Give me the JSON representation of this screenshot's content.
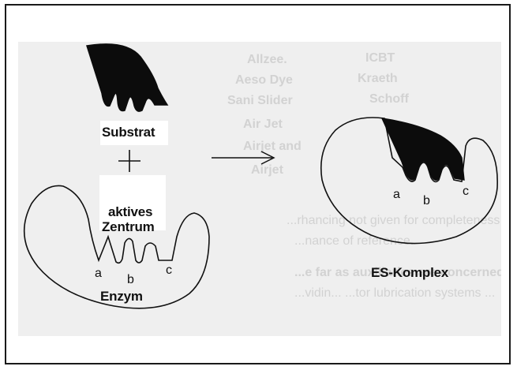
{
  "labels": {
    "substrate": "Substrat",
    "plus": "+",
    "active_site_line1": "aktives",
    "active_site_line2": "Zentrum",
    "enzyme": "Enzym",
    "complex": "ES-Komplex",
    "site_a": "a",
    "site_b": "b",
    "site_c": "c",
    "complex_site_a": "a",
    "complex_site_b": "b",
    "complex_site_c": "c"
  },
  "background_text": {
    "col1": [
      "ICBT",
      "Kraeth",
      "Schoff"
    ],
    "col2": [
      "Allzee.",
      "Aeso Dye",
      "Sani Slider",
      "Air Jet",
      "Airjet and",
      "Airjet"
    ],
    "lines": [
      "...rhancing not given for completeness ... grams ...",
      "...nance of reference.",
      "...e far as auxiliaries are concerned the ... of ...",
      "...vidin... ...tor lubrication systems ..."
    ]
  },
  "colors": {
    "frame": "#1a1a1a",
    "ink": "#111111",
    "paper": "#efefef"
  }
}
